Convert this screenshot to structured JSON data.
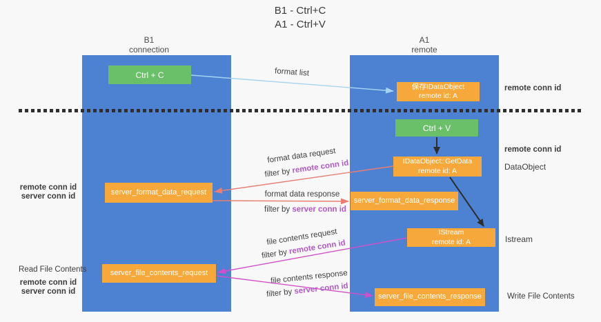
{
  "title": {
    "line1": "B1 - Ctrl+C",
    "line2": "A1 - Ctrl+V"
  },
  "lifelines": {
    "left": {
      "name": "B1",
      "role": "connection"
    },
    "right": {
      "name": "A1",
      "role": "remote"
    }
  },
  "boxes": {
    "ctrl_c": "Ctrl + C",
    "ctrl_v": "Ctrl + V",
    "save_idataobject": {
      "line1": "保存IDataObject",
      "line2": "remote id: A"
    },
    "idataobject_getdata": {
      "line1": "IDataObject::GetData",
      "line2": "remote id: A"
    },
    "istream": {
      "line1": "IStream",
      "line2": "remote id: A"
    },
    "server_format_data_request": "server_format_data_request",
    "server_format_data_response": "server_format_data_response",
    "server_file_contents_request": "server_file_contents_request",
    "server_file_contents_response": "server_file_contents_response"
  },
  "arrow_labels": {
    "format_list": "format list",
    "format_data_request": "format data request",
    "format_data_response": "format data response",
    "file_contents_request": "file contents request",
    "file_contents_response": "file contents response",
    "filter_prefix": "filter by ",
    "remote_conn_id": "remote conn id",
    "server_conn_id": "server conn id"
  },
  "side_labels": {
    "right_remote_conn_id_top": "remote conn id",
    "right_remote_conn_id_mid": "remote conn id",
    "right_dataobject": "DataObject",
    "right_istream": "Istream",
    "right_write_file_contents": "Write File Contents",
    "left_remote_conn_id_top": "remote conn id",
    "left_server_conn_id_top": "server conn id",
    "left_read_file_contents": "Read File Contents",
    "left_remote_conn_id_bottom": "remote conn id",
    "left_server_conn_id_bottom": "server conn id"
  },
  "colors": {
    "lifeline_blue": "#4d82d3",
    "box_green": "#6abf69",
    "box_orange": "#f6a83b",
    "arrow_light_blue": "#a5d3f1",
    "arrow_salmon": "#e97e72",
    "arrow_magenta": "#d24fca",
    "arrow_black": "#2e2e2e",
    "id_purple": "#b15ac5",
    "id_green": "#6dc16c"
  }
}
